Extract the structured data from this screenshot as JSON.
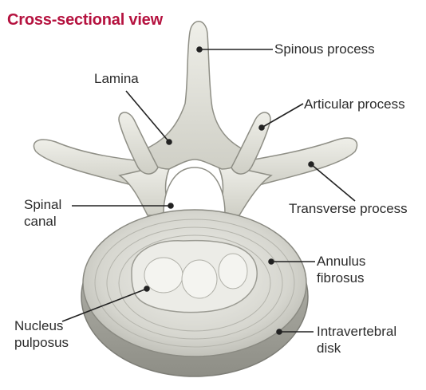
{
  "title": "Cross-sectional view",
  "labels": {
    "spinous_process": "Spinous process",
    "lamina": "Lamina",
    "articular_process": "Articular process",
    "spinal_canal_line1": "Spinal",
    "spinal_canal_line2": "canal",
    "transverse_process": "Transverse process",
    "annulus_fibrosus_line1": "Annulus",
    "annulus_fibrosus_line2": "fibrosus",
    "nucleus_pulposus_line1": "Nucleus",
    "nucleus_pulposus_line2": "pulposus",
    "intravertebral_disk_line1": "Intravertebral",
    "intravertebral_disk_line2": "disk"
  },
  "colors": {
    "title": "#b5123f",
    "bone": "#e6e6df",
    "bone_shadow": "#a9a99f",
    "disk_ring": "#cfcfc8",
    "disk_dark": "#9a9a92",
    "nucleus": "#ebebe6",
    "leader": "#222222"
  }
}
